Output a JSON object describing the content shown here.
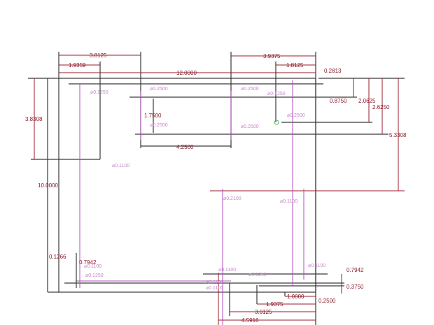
{
  "drawing": {
    "dimensions": {
      "top_left_outer": "3.8125",
      "top_left_inner": "1.9359",
      "overall_width": "12.0000",
      "top_right_outer": "3.9375",
      "top_right_inner": "1.8125",
      "top_offset": "0.2813",
      "right_1": "0.8750",
      "right_2": "2.0625",
      "right_3": "2.6250",
      "right_4": "5.3308",
      "left_height": "3.8308",
      "overall_height": "10.0000",
      "hole_spacing_v": "1.7500",
      "hole_spacing_h": "4.2500",
      "bottom_left_1": "0.1266",
      "bottom_left_2": "0.7942",
      "bottom_right_1": "0.7942",
      "bottom_right_2": "0.3750",
      "bottom_1": "1.0000",
      "bottom_2": "1.9375",
      "bottom_3": "0.2500",
      "bottom_4": "3.0125",
      "bottom_5": "4.5916"
    },
    "holes": {
      "h1": "⌀0.1250",
      "h2": "⌀0.2500",
      "h3": "⌀0.2500",
      "h4": "⌀0.2500",
      "h5": "⌀0.2500",
      "h6": "⌀0.1250",
      "h7": "⌀0.2500",
      "h8": "⌀0.1100",
      "h9": "⌀0.2100",
      "h10": "⌀0.1100",
      "h11": "⌀0.1100",
      "h12": "⌀0.1250",
      "h13": "⌀0.1100",
      "h14": "⌀0.1250",
      "h15": "⌀0.1100",
      "h16": "⌀0.1100",
      "h17": "⌀0.1100"
    },
    "colors": {
      "dimension": "#9a1b2a",
      "edge": "#3a3a3a",
      "centerline": "#b04cc0"
    }
  }
}
